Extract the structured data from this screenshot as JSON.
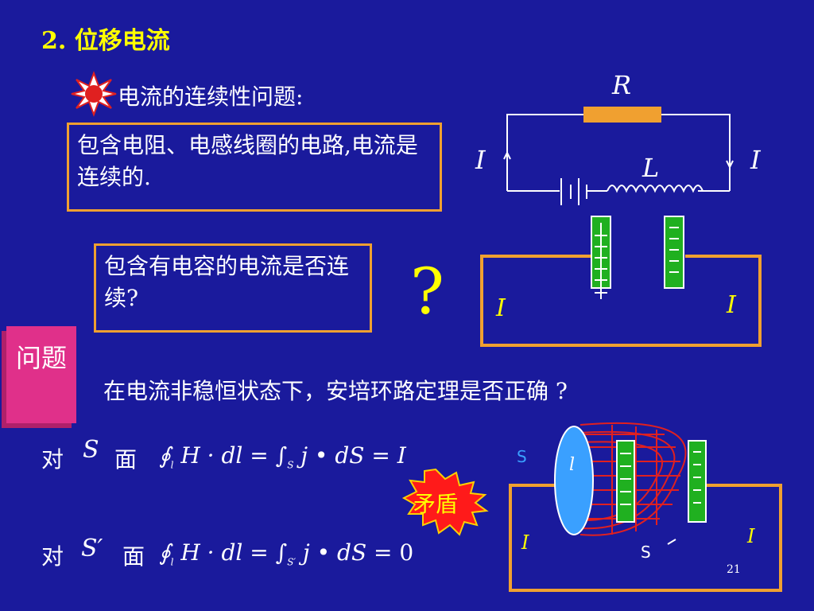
{
  "title": "2. 位移电流",
  "section_heading": "电流的连续性问题:",
  "box1_text": "包含电阻、电感线圈的电路,电流是连续的.",
  "box2_text": "包含有电容的电流是否连续?",
  "question_mark": "?",
  "problem_tag": "问题",
  "problem_text": "在电流非稳恒状态下，安培环路定理是否正确 ?",
  "eq1": {
    "prefix": "对",
    "surface": "S",
    "suffix": "面"
  },
  "eq2": {
    "prefix": "对",
    "surface": "S′",
    "suffix": "面"
  },
  "eq2_result": "0",
  "eq1_result": "I",
  "contradiction_label": "矛盾",
  "circuit_labels": {
    "R": "R",
    "L": "L",
    "I_left": "I",
    "I_right": "I"
  },
  "cap_circuit_labels": {
    "I_left": "I",
    "I_right": "I"
  },
  "bottom_labels": {
    "S": "S",
    "S_prime": "S",
    "l": "l",
    "I_left": "I",
    "I_right": "I"
  },
  "page_number": "21",
  "colors": {
    "background": "#1a1a9c",
    "accent": "#ffff00",
    "box_border": "#f0a030",
    "tag": "#e0308a"
  }
}
